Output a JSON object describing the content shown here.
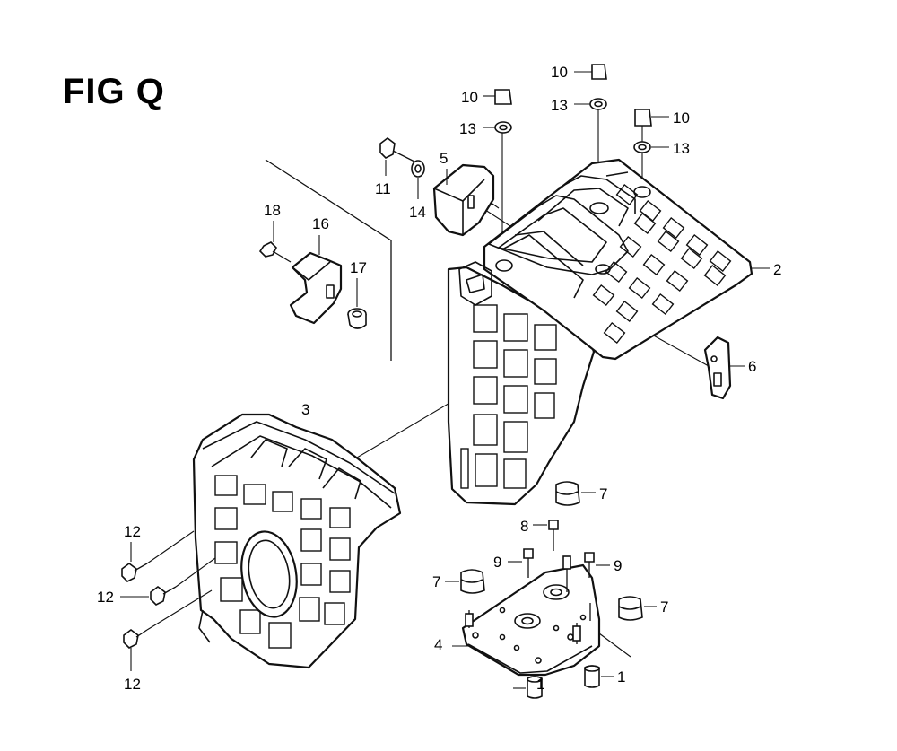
{
  "figure": {
    "title": "FIG Q"
  },
  "callouts": {
    "c1a": "1",
    "c1b": "1",
    "c2": "2",
    "c3": "3",
    "c4": "4",
    "c5": "5",
    "c6": "6",
    "c7a": "7",
    "c7b": "7",
    "c7c": "7",
    "c8": "8",
    "c9a": "9",
    "c9b": "9",
    "c10a": "10",
    "c10b": "10",
    "c10c": "10",
    "c11": "11",
    "c12a": "12",
    "c12b": "12",
    "c12c": "12",
    "c13a": "13",
    "c13b": "13",
    "c13c": "13",
    "c14": "14",
    "c16": "16",
    "c17": "17",
    "c18": "18"
  }
}
